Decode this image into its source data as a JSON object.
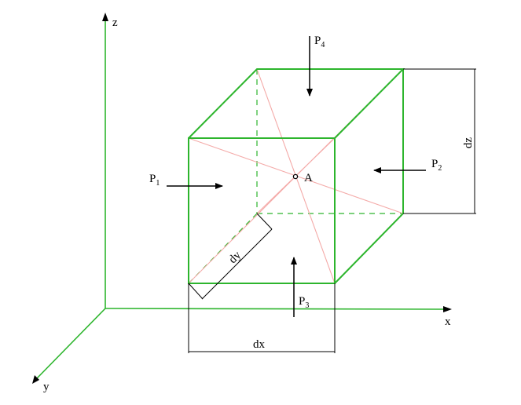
{
  "axes": {
    "z_label": "z",
    "x_label": "x",
    "y_label": "y"
  },
  "forces": {
    "p1": {
      "base": "P",
      "sub": "1"
    },
    "p2": {
      "base": "P",
      "sub": "2"
    },
    "p3": {
      "base": "P",
      "sub": "3"
    },
    "p4": {
      "base": "P",
      "sub": "4"
    }
  },
  "point_label": "A",
  "dimensions": {
    "dx": "dx",
    "dy": "dy",
    "dz": "dz"
  },
  "colors": {
    "edge": "#2db52d",
    "diagonal": "#f4aaa8",
    "ink": "#000000"
  }
}
